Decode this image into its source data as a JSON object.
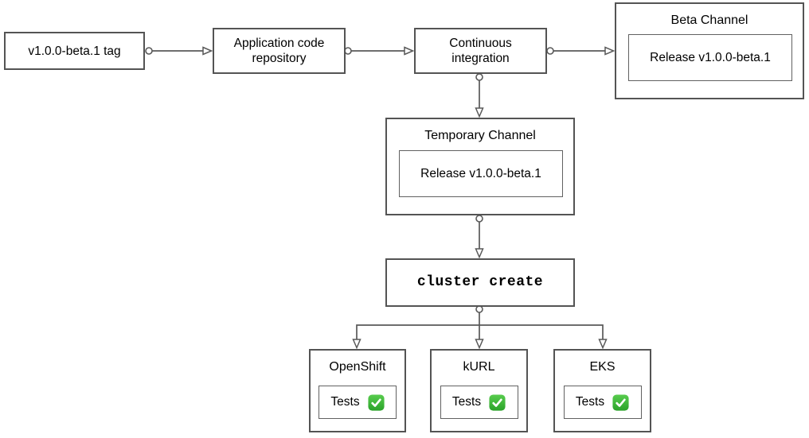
{
  "nodes": {
    "tag": {
      "label": "v1.0.0-beta.1 tag"
    },
    "repo": {
      "label": "Application code repository"
    },
    "ci": {
      "label": "Continuous integration"
    },
    "beta_channel": {
      "title": "Beta Channel",
      "release_label": "Release v1.0.0-beta.1"
    },
    "temporary_channel": {
      "title": "Temporary Channel",
      "release_label": "Release v1.0.0-beta.1"
    },
    "cluster_create": {
      "label": "cluster create"
    },
    "clusters": [
      {
        "title": "OpenShift",
        "tests_label": "Tests",
        "status": "passed",
        "status_icon": "check-mark-button-icon"
      },
      {
        "title": "kURL",
        "tests_label": "Tests",
        "status": "passed",
        "status_icon": "check-mark-button-icon"
      },
      {
        "title": "EKS",
        "tests_label": "Tests",
        "status": "passed",
        "status_icon": "check-mark-button-icon"
      }
    ]
  },
  "colors": {
    "background": "#ffffff",
    "box_border": "#545454",
    "inner_box_border": "#616161",
    "connector": "#595959",
    "text": "#000000",
    "check_green_light": "#58cc4e",
    "check_green_dark": "#2ba32a",
    "check_mark": "#ffffff"
  }
}
